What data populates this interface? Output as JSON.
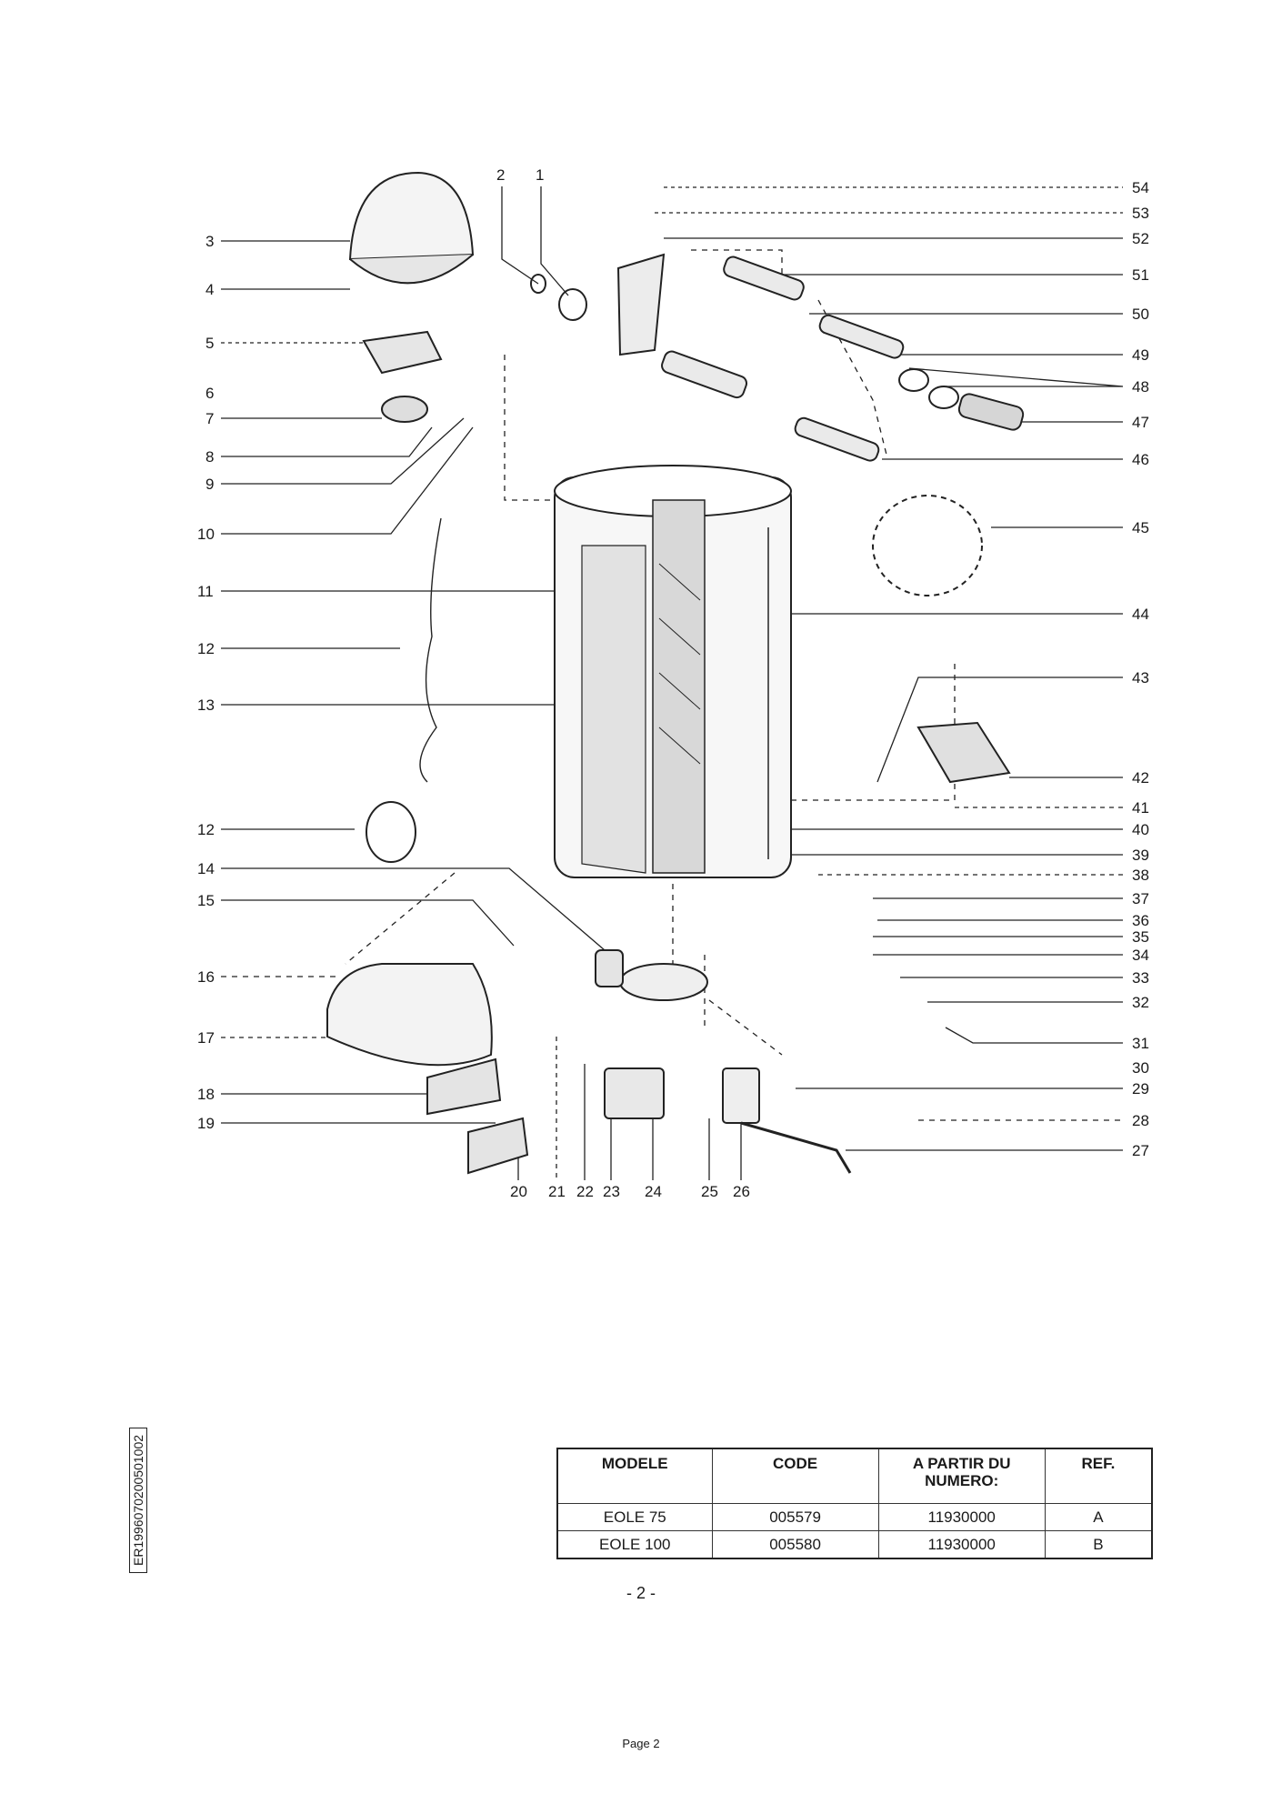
{
  "diagram": {
    "callouts": {
      "n1": "1",
      "n2": "2",
      "n3": "3",
      "n4": "4",
      "n5": "5",
      "n6": "6",
      "n7": "7",
      "n8": "8",
      "n9": "9",
      "n10": "10",
      "n11": "11",
      "n12a": "12",
      "n12b": "12",
      "n13": "13",
      "n14": "14",
      "n15": "15",
      "n16": "16",
      "n17": "17",
      "n18": "18",
      "n19": "19",
      "n20": "20",
      "n21": "21",
      "n22": "22",
      "n23": "23",
      "n24": "24",
      "n25": "25",
      "n26": "26",
      "n27": "27",
      "n28": "28",
      "n29": "29",
      "n30": "30",
      "n31": "31",
      "n32": "32",
      "n33": "33",
      "n34": "34",
      "n35": "35",
      "n36": "36",
      "n37": "37",
      "n38": "38",
      "n39": "39",
      "n40": "40",
      "n41": "41",
      "n42": "42",
      "n43": "43",
      "n44": "44",
      "n45": "45",
      "n46": "46",
      "n47": "47",
      "n48": "48",
      "n49": "49",
      "n50": "50",
      "n51": "51",
      "n52": "52",
      "n53": "53",
      "n54": "54"
    }
  },
  "document_code": "ER1996070200501002",
  "models_table": {
    "headers": {
      "modele": "MODELE",
      "code": "CODE",
      "a_partir_line1": "A PARTIR DU",
      "a_partir_line2": "NUMERO:",
      "ref": "REF."
    },
    "rows": [
      {
        "modele": "EOLE 75",
        "code": "005579",
        "numero": "11930000",
        "ref": "A"
      },
      {
        "modele": "EOLE 100",
        "code": "005580",
        "numero": "11930000",
        "ref": "B"
      }
    ]
  },
  "page_number": "- 2 -",
  "footer": "Page 2"
}
